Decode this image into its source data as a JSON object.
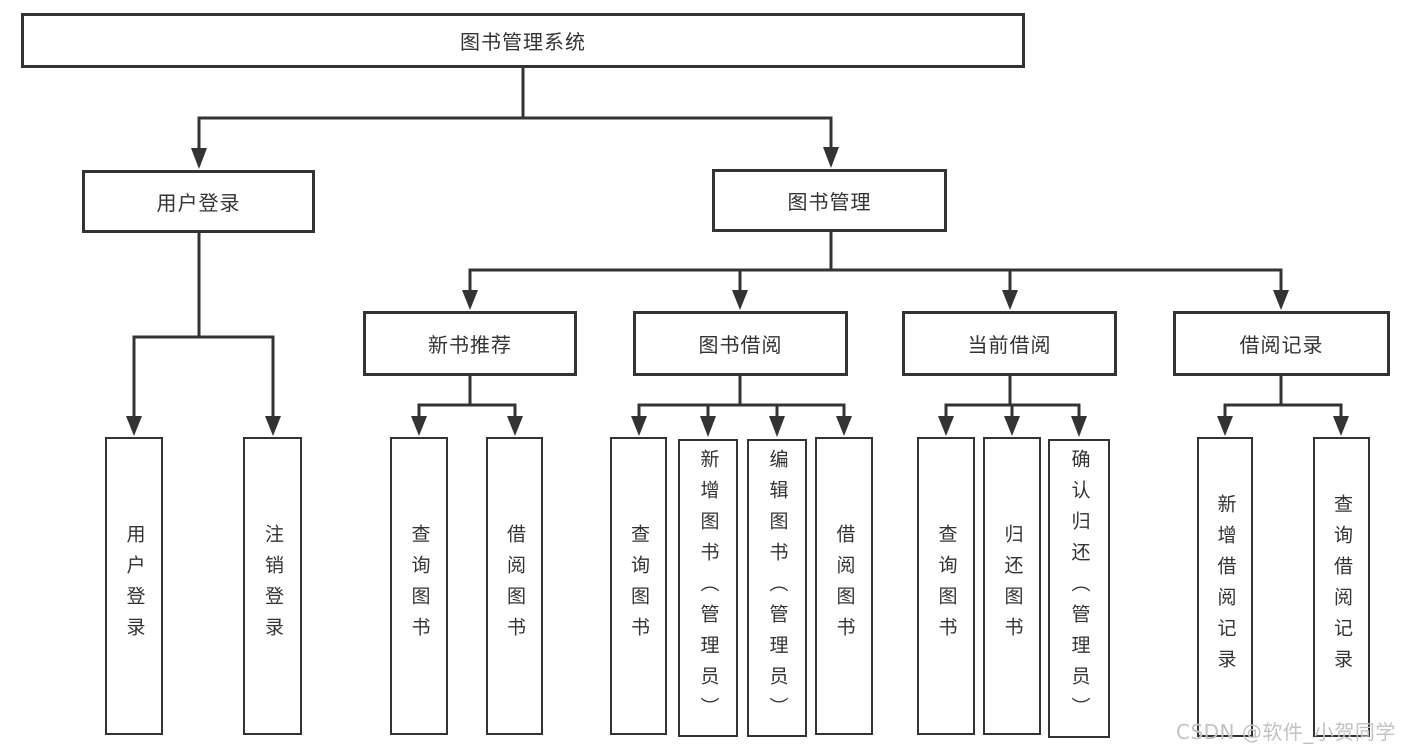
{
  "root": {
    "label": "图书管理系统"
  },
  "level2": [
    {
      "label": "用户登录",
      "children": [
        {
          "label": "用户登录"
        },
        {
          "label": "注销登录"
        }
      ]
    },
    {
      "label": "图书管理"
    }
  ],
  "level3": [
    {
      "label": "新书推荐",
      "children": [
        {
          "label": "查询图书"
        },
        {
          "label": "借阅图书"
        }
      ]
    },
    {
      "label": "图书借阅",
      "children": [
        {
          "label": "查询图书"
        },
        {
          "label": "新增图书（管理员）"
        },
        {
          "label": "编辑图书（管理员）"
        },
        {
          "label": "借阅图书"
        }
      ]
    },
    {
      "label": "当前借阅",
      "children": [
        {
          "label": "查询图书"
        },
        {
          "label": "归还图书"
        },
        {
          "label": "确认归还（管理员）"
        }
      ]
    },
    {
      "label": "借阅记录",
      "children": [
        {
          "label": "新增借阅记录"
        },
        {
          "label": "查询借阅记录"
        }
      ]
    }
  ],
  "watermark": {
    "text": "CSDN @软件_小贺同学"
  },
  "colors": {
    "line": "#333333",
    "watermark": "#c2c2c2",
    "background": "#ffffff"
  }
}
